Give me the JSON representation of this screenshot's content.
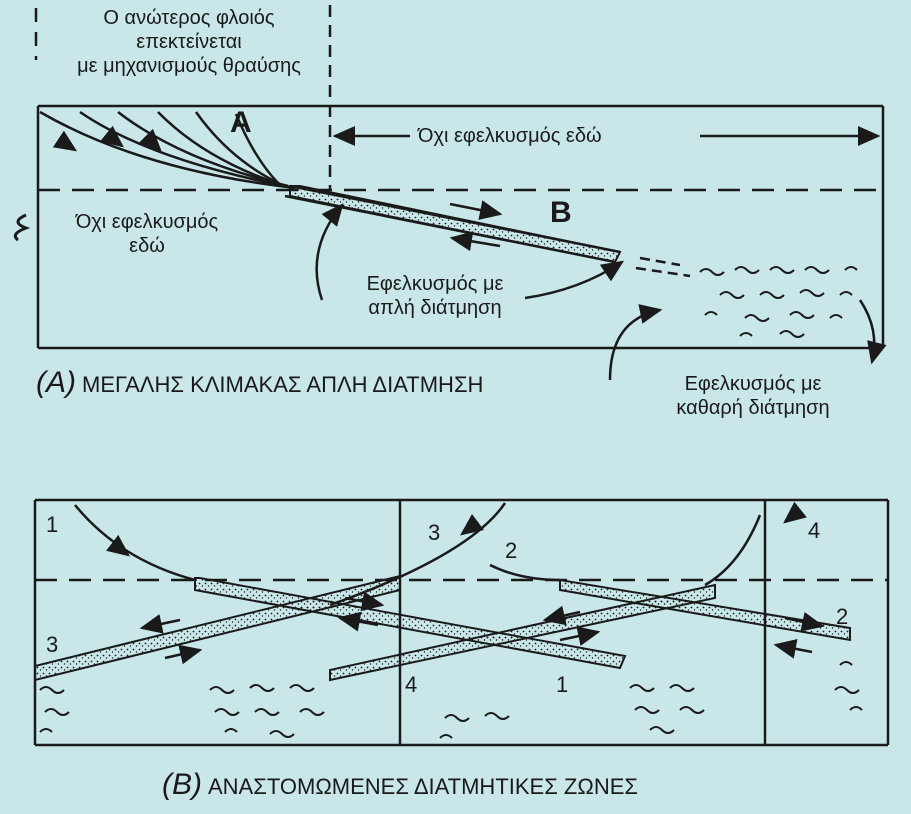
{
  "panel_a": {
    "top_note": [
      "Ο ανώτερος φλοιός",
      "επεκτείνεται",
      "με μηχανισμούς θραύσης"
    ],
    "label_A": "A",
    "label_B": "B",
    "no_extension_right": "Όχι εφελκυσμός εδώ",
    "no_extension_left": [
      "Όχι εφελκυσμός",
      "εδώ"
    ],
    "simple_shear_note": [
      "Εφελκυσμός με",
      "απλή διάτμηση"
    ],
    "pure_shear_note": [
      "Εφελκυσμός με",
      "καθαρή διάτμηση"
    ],
    "caption_letter": "(Α)",
    "caption_text": "ΜΕΓΑΛΗΣ ΚΛΙΜΑΚΑΣ ΑΠΛΗ ΔΙΑΤΜΗΣΗ"
  },
  "panel_b": {
    "numbers": [
      "1",
      "3",
      "2",
      "4",
      "3",
      "4",
      "1",
      "2"
    ],
    "caption_letter": "(Β)",
    "caption_text": "ΑΝΑΣΤΟΜΩΜΕΝΕΣ ΔΙΑΤΜΗΤΙΚΕΣ ΖΩΝΕΣ"
  },
  "colors": {
    "background": "#c9e7e9",
    "ink": "#1a1a1a"
  }
}
